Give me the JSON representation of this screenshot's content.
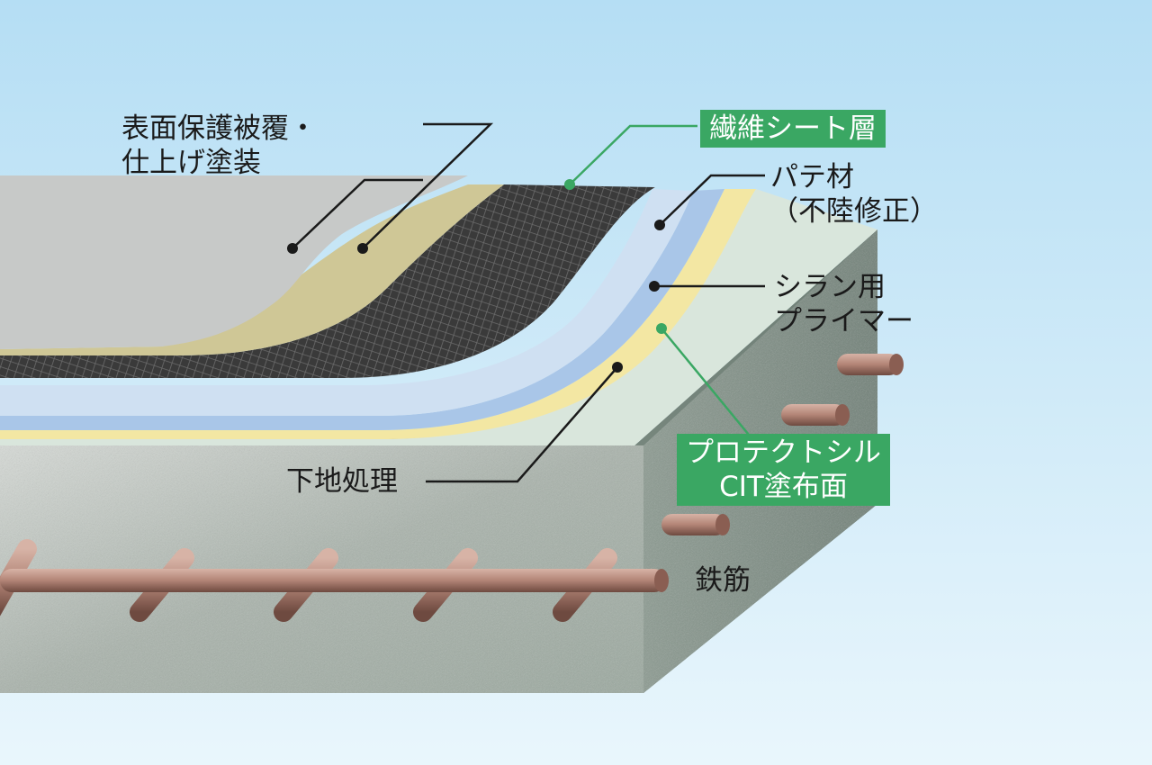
{
  "colors": {
    "sky_top": "#b5def4",
    "sky_bottom": "#e9f6fc",
    "concrete_front": "#9aa89e",
    "concrete_top": "#d9e6dc",
    "concrete_side": "#6f7f76",
    "primer_silane": "#f3e7a3",
    "putty": "#a9c6e8",
    "fiber_sheet": "#3a3a3a",
    "finish_beige": "#cfc796",
    "finish_gray": "#c7c9c8",
    "rebar": "#b28476",
    "accent_green": "#3aa763",
    "leader_black": "#1a1a1a"
  },
  "labels": {
    "surface_line1": "表面保護被覆・",
    "surface_line2": "仕上げ塗装",
    "fiber_sheet": "繊維シート層",
    "putty_line1": "パテ材",
    "putty_line2": "（不陸修正）",
    "primer_line1": "シラン用",
    "primer_line2": "プライマー",
    "protect_line1": "プロテクトシル",
    "protect_line2": "CIT塗布面",
    "ground": "下地処理",
    "rebar": "鉄筋"
  }
}
